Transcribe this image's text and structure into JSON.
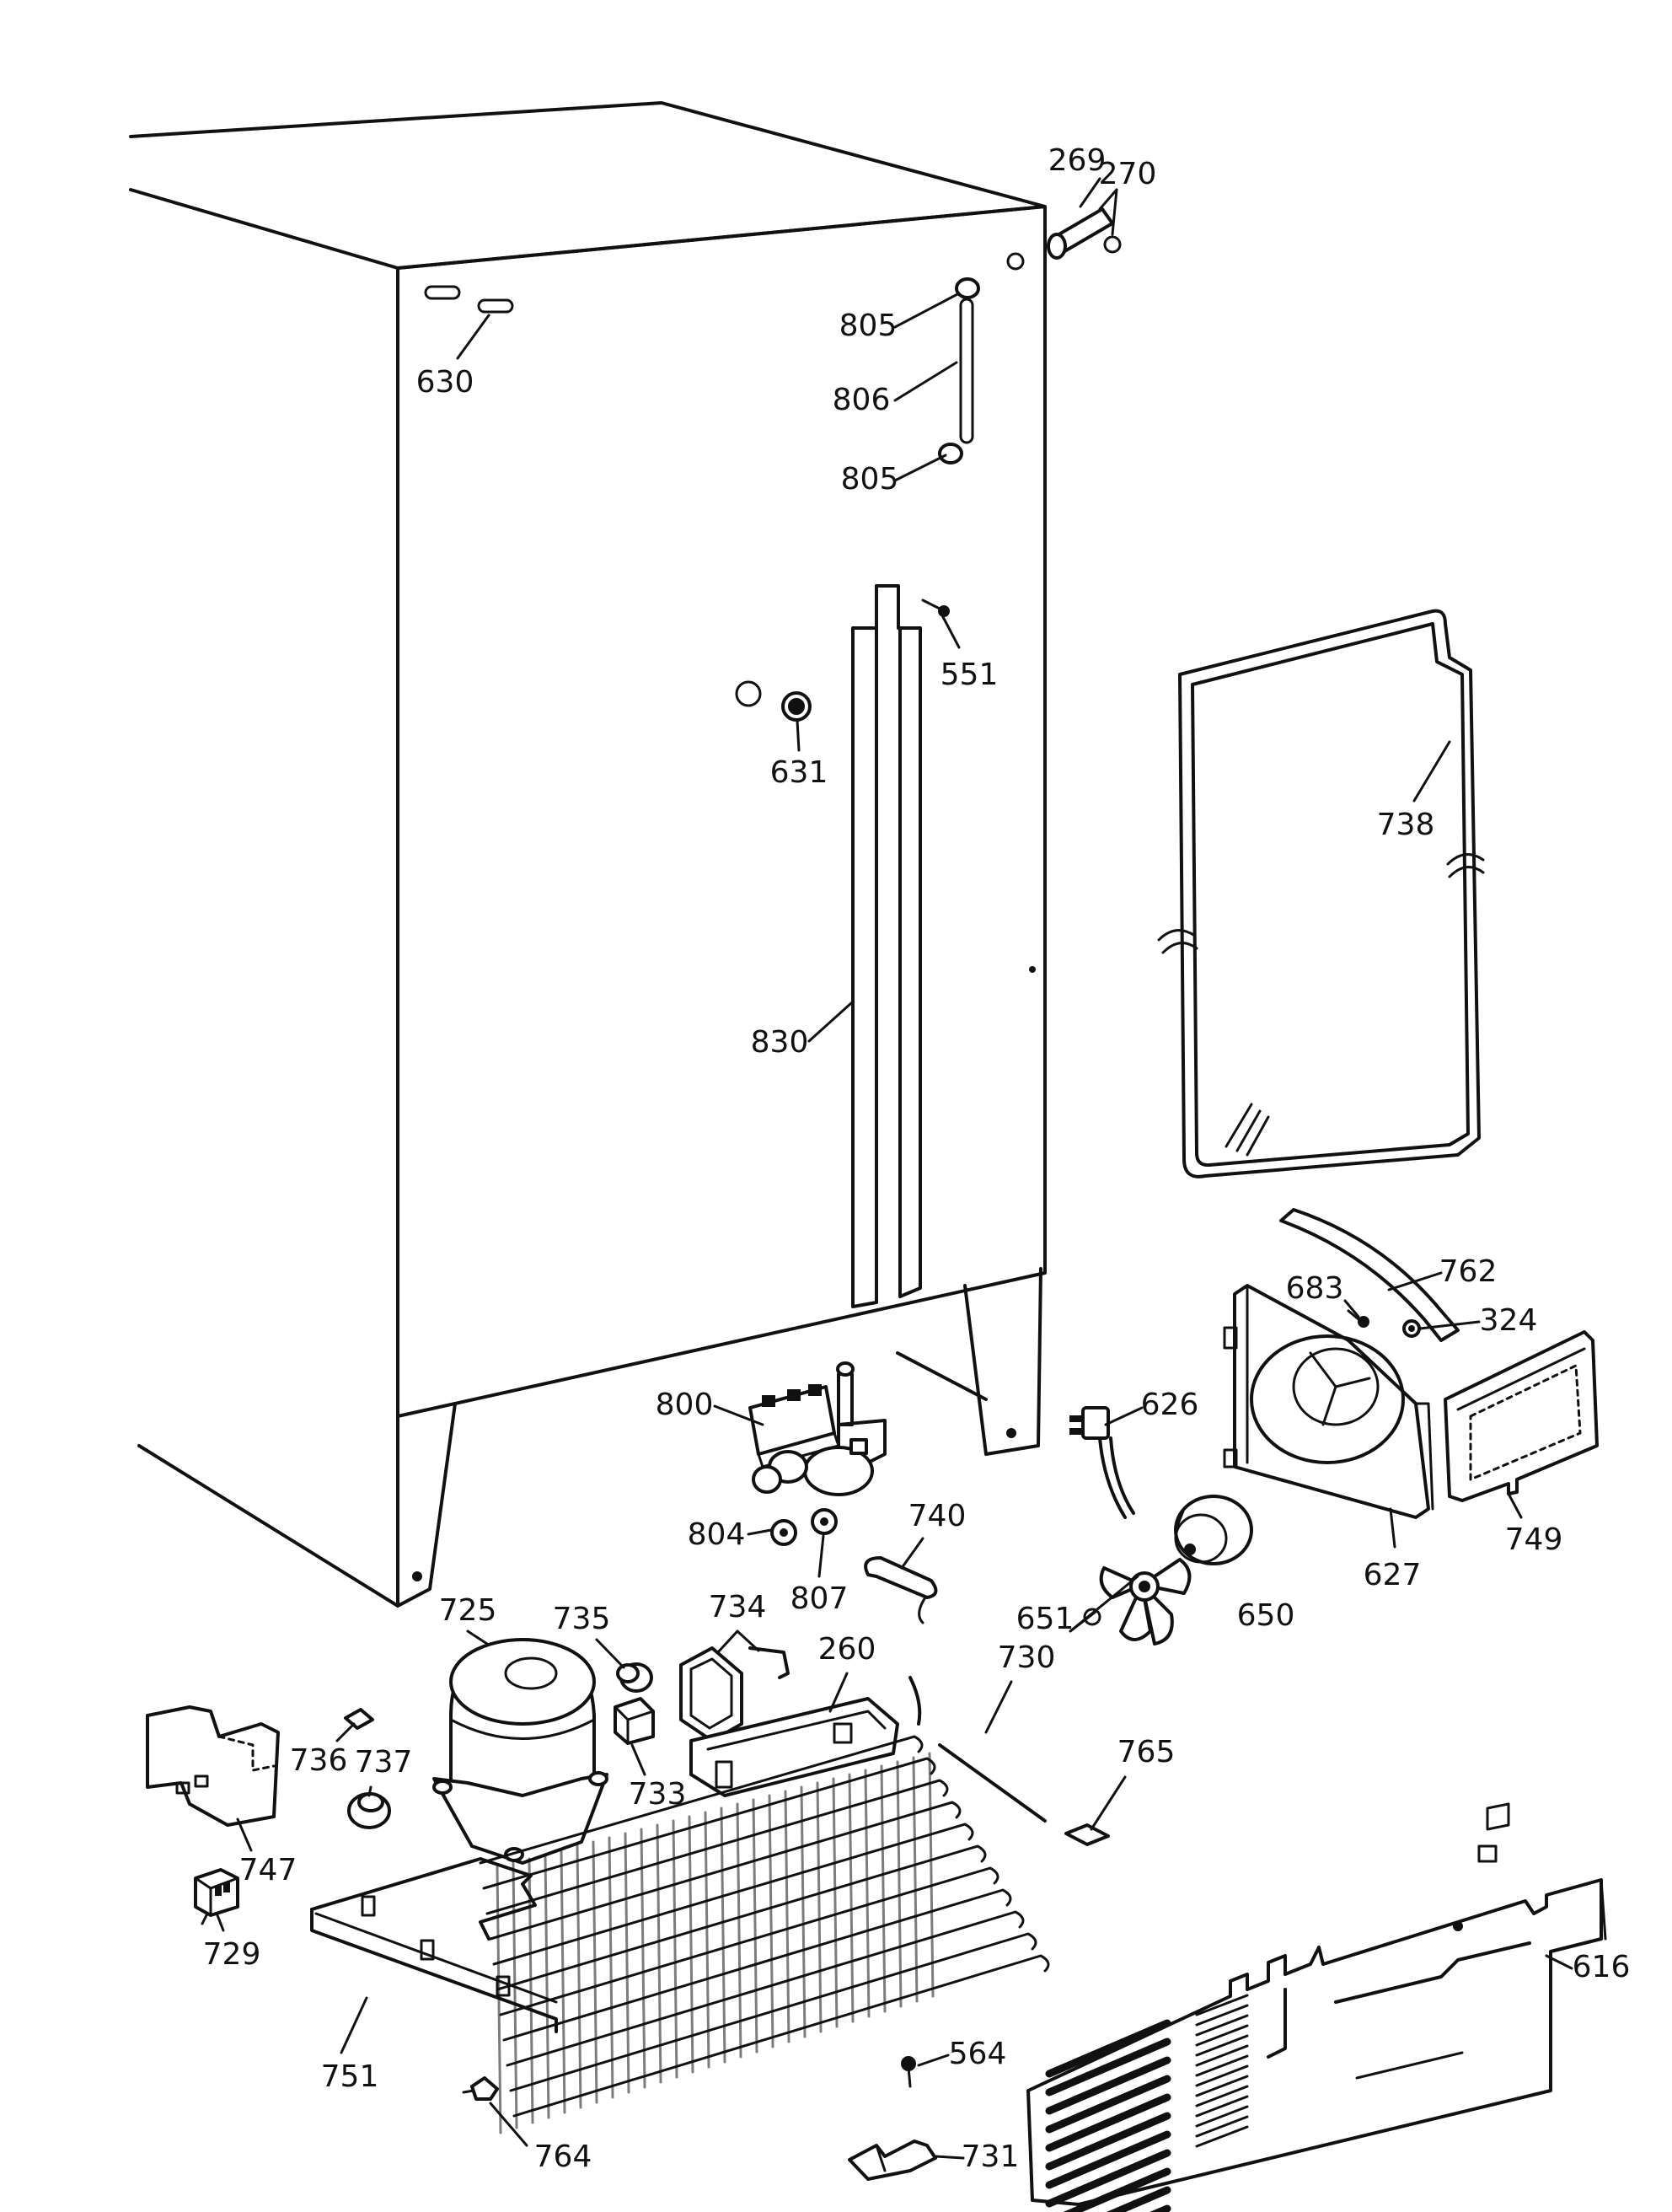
{
  "diagram": {
    "callouts": {
      "c269": "269",
      "c270": "270",
      "c805a": "805",
      "c806": "806",
      "c805b": "805",
      "c630": "630",
      "c551": "551",
      "c631": "631",
      "c738": "738",
      "c830": "830",
      "c762": "762",
      "c683": "683",
      "c324": "324",
      "c800": "800",
      "c626": "626",
      "c749": "749",
      "c804": "804",
      "c807": "807",
      "c740": "740",
      "c627": "627",
      "c725": "725",
      "c735": "735",
      "c734": "734",
      "c650": "650",
      "c651": "651",
      "c260": "260",
      "c730": "730",
      "c765": "765",
      "c736": "736",
      "c737": "737",
      "c733": "733",
      "c747": "747",
      "c616": "616",
      "c729": "729",
      "c751": "751",
      "c564": "564",
      "c764": "764",
      "c731": "731"
    }
  }
}
